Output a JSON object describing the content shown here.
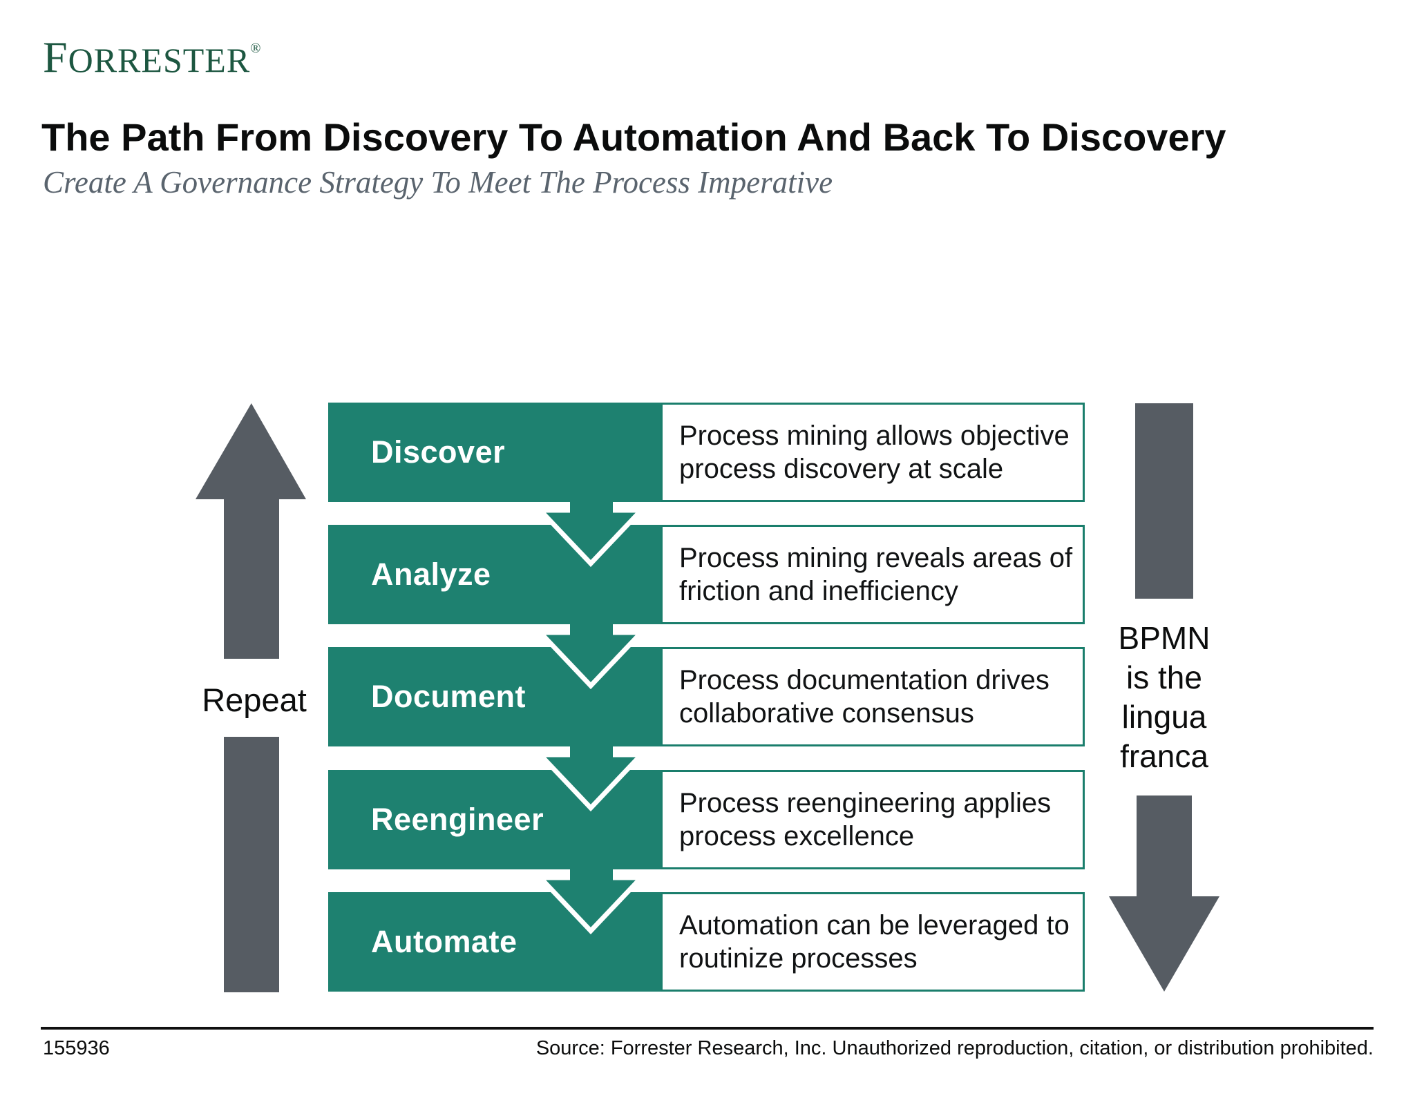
{
  "header": {
    "logo_first_letter": "F",
    "logo_rest": "ORRESTER",
    "registered_mark": "®",
    "title": "The Path From Discovery To Automation And Back To Discovery",
    "subtitle": "Create A Governance Strategy To Meet The Process Imperative"
  },
  "diagram": {
    "repeat_label": "Repeat",
    "bpmn_lines": [
      "BPMN",
      "is the",
      "lingua",
      "franca"
    ],
    "rows": [
      {
        "label": "Discover",
        "desc_lines": [
          "Process mining allows objective",
          "process discovery at scale"
        ]
      },
      {
        "label": "Analyze",
        "desc_lines": [
          "Process mining reveals areas of",
          "friction and inefficiency"
        ]
      },
      {
        "label": "Document",
        "desc_lines": [
          "Process documentation drives",
          "collaborative consensus"
        ]
      },
      {
        "label": "Reengineer",
        "desc_lines": [
          "Process reengineering applies",
          "process excellence"
        ]
      },
      {
        "label": "Automate",
        "desc_lines": [
          "Automation can be leveraged to",
          "routinize processes"
        ]
      }
    ],
    "colors": {
      "green": "#1e8170",
      "gray": "#565c63",
      "logo_green": "#1d5741"
    }
  },
  "footer": {
    "doc_number": "155936",
    "source_text": "Source: Forrester Research, Inc. Unauthorized reproduction, citation, or distribution prohibited."
  }
}
